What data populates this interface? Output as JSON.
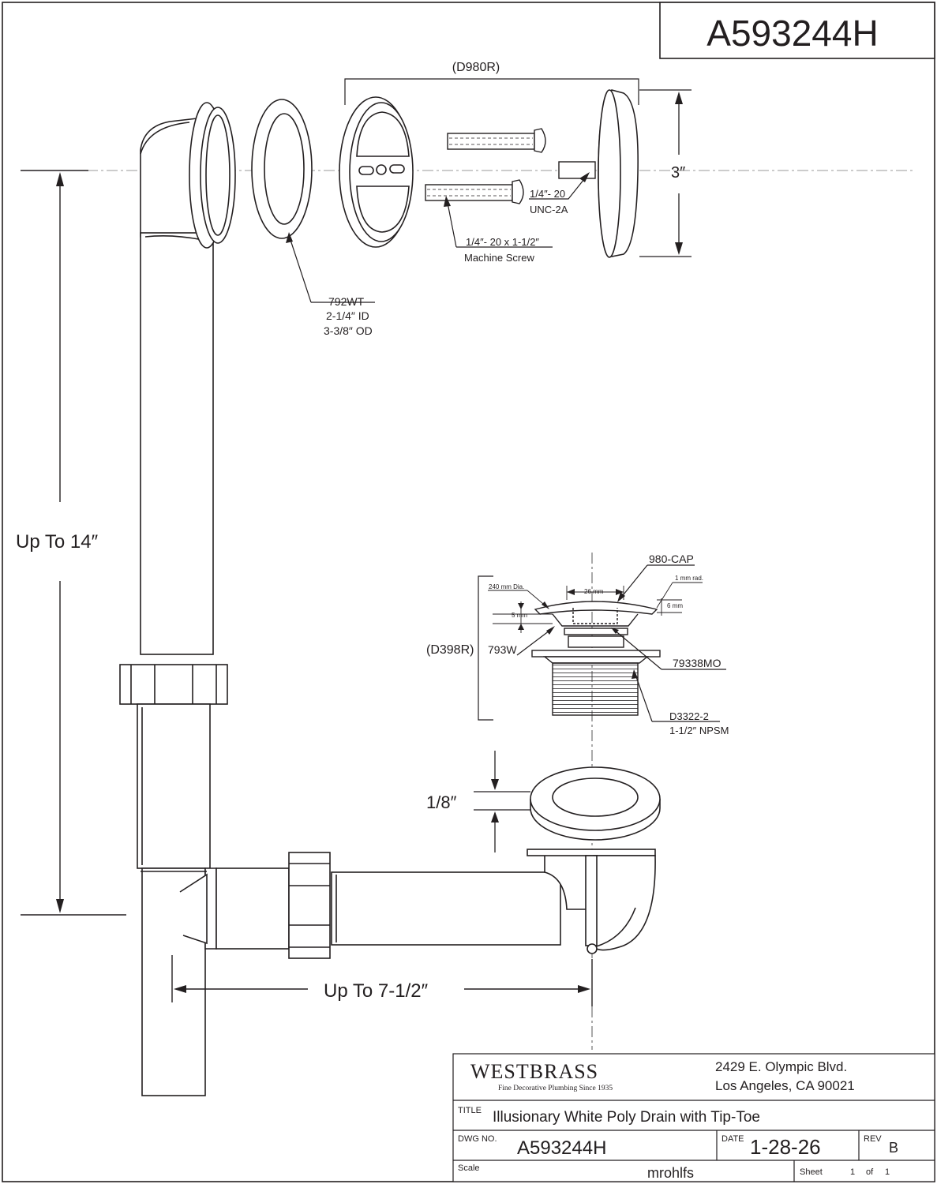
{
  "drawing_number_header": "A593244H",
  "overflow_assembly": {
    "bracket_label": "(D980R)",
    "gasket_part": "792WT",
    "gasket_id": "2-1/4″ ID",
    "gasket_od": "3-3/8″ OD",
    "thread_spec_1": "1/4″- 20",
    "thread_spec_2": "UNC-2A",
    "screw_spec": "1/4″- 20 x 1-1/2″",
    "screw_name": "Machine Screw",
    "cover_diameter": "3″"
  },
  "dimensions": {
    "vertical_length": "Up To 14″",
    "horizontal_length": "Up To 7-1/2″",
    "washer_thickness": "1/8″"
  },
  "drain_assembly": {
    "bracket_label": "(D398R)",
    "cap_part": "980-CAP",
    "diameter_note": "240 mm Dia.",
    "width_note": "26 mm",
    "radius_note": "1 mm rad.",
    "height_note_left": "5 mm",
    "height_note_right": "6 mm",
    "washer_part": "793W",
    "flange_part": "79338MO",
    "body_part": "D3322-2",
    "thread_spec": "1-1/2″ NPSM"
  },
  "title_block": {
    "company": "WESTBRASS",
    "tagline": "Fine Decorative Plumbing Since 1935",
    "address_line1": "2429 E. Olympic Blvd.",
    "address_line2": "Los Angeles, CA 90021",
    "title_label": "TITLE",
    "title_value": "Illusionary White Poly Drain with Tip-Toe",
    "dwg_label": "DWG NO.",
    "dwg_value": "A593244H",
    "date_label": "DATE",
    "date_value": "1-28-26",
    "rev_label": "REV",
    "rev_value": "B",
    "scale_label": "Scale",
    "drawn_by": "mrohlfs",
    "sheet_label": "Sheet",
    "sheet_number": "1",
    "sheet_of": "of",
    "sheet_total": "1"
  },
  "colors": {
    "line": "#231f20",
    "fill": "#ffffff",
    "centerline": "#9a9a9a"
  }
}
